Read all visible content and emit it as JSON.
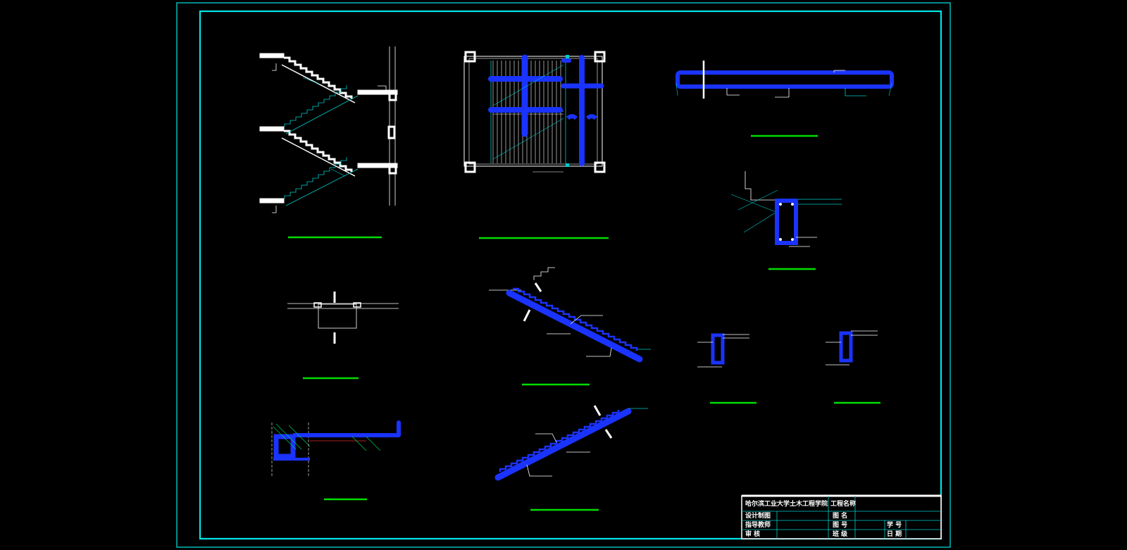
{
  "colors": {
    "background": "#000000",
    "frame": "#00e5e5",
    "structure": "#1a33ff",
    "line": "#ffffff",
    "detail": "#00cccc",
    "title_underline": "#00dd00"
  },
  "title_block": {
    "institution": "哈尔滨工业大学土木工程学院",
    "project_name_label": "工程名称",
    "design_label": "设计制图",
    "advisor_label": "指导教师",
    "review_label": "审    核",
    "drawing_name_label": "图 名",
    "drawing_number_label": "图 号",
    "class_label": "班 级",
    "student_id_label": "学 号",
    "date_label": "日 期"
  }
}
